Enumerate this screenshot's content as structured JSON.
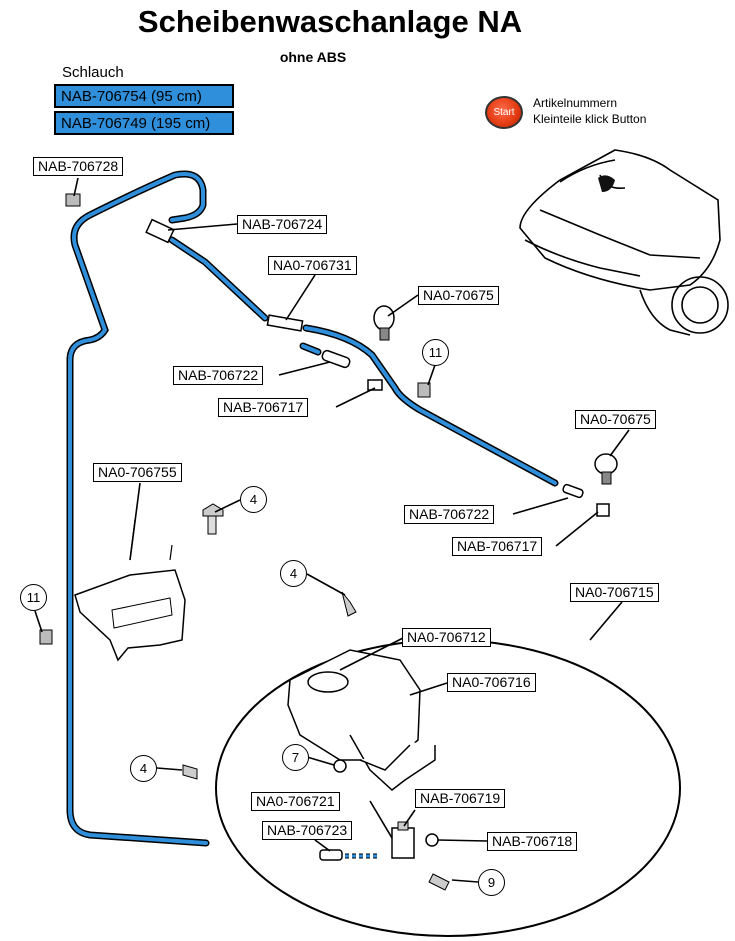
{
  "title": "Scheibenwaschanlage NA",
  "subtitle": "ohne ABS",
  "hoses": {
    "label": "Schlauch",
    "items": [
      "NAB-706754 (95 cm)",
      "NAB-706749 (195 cm)"
    ]
  },
  "start": {
    "button": "Start",
    "note_line1": "Artikelnummern",
    "note_line2": "Kleinteile klick Button"
  },
  "parts": {
    "p706728": "NAB-706728",
    "p706724": "NAB-706724",
    "p706731": "NA0-706731",
    "p70675a": "NA0-70675",
    "p706722a": "NAB-706722",
    "p706717a": "NAB-706717",
    "p70675b": "NA0-70675",
    "p706755": "NA0-706755",
    "p706722b": "NAB-706722",
    "p706717b": "NAB-706717",
    "p706715": "NA0-706715",
    "p706712": "NA0-706712",
    "p706716": "NA0-706716",
    "p706721": "NA0-706721",
    "p706719": "NAB-706719",
    "p706723": "NAB-706723",
    "p706718": "NAB-706718"
  },
  "callouts": {
    "c11a": "11",
    "c4a": "4",
    "c11b": "11",
    "c4b": "4",
    "c4c": "4",
    "c7": "7",
    "c9": "9"
  },
  "colors": {
    "hose": "#2f8fdb",
    "start_button": "#e23a10"
  }
}
